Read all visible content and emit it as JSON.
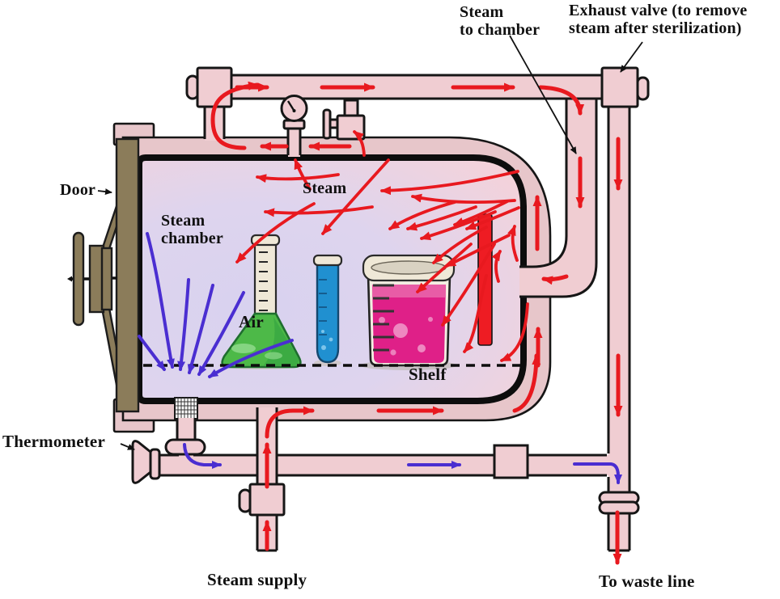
{
  "diagram": {
    "subject": "Autoclave steam sterilizer cutaway diagram",
    "labels": {
      "steam_to_chamber": "Steam\nto chamber",
      "exhaust_valve": "Exhaust valve (to remove\nsteam after sterilization)",
      "door": "Door",
      "steam_chamber": "Steam\nchamber",
      "steam": "Steam",
      "air": "Air",
      "shelf": "Shelf",
      "thermometer": "Thermometer",
      "steam_supply": "Steam supply",
      "to_waste_line": "To waste line"
    },
    "components": {
      "pressure_gauge": "round dial gauge on top of jacket",
      "safety_valve": "T-handle valve on top of jacket",
      "inlet_valve": "valve block at left end of top pipe",
      "exhaust_valve": "valve block at right end of top pipe",
      "steam_supply_valve": "valve on vertical supply pipe",
      "steam_trap": "box on air discharge line",
      "pipe_coupling": "double ring union on waste pipe",
      "drain_filter": "mesh screen in chamber floor",
      "thermometer": "trumpet fitting on discharge line",
      "door_wheel": "hand wheel on chamber door",
      "heating_element": "red vertical baffle bar in chamber",
      "glassware": [
        "erlenmeyer-flask",
        "test-tube",
        "beaker"
      ],
      "shelf": "dashed line across chamber floor"
    },
    "flows": {
      "steam_flow_color_meaning": "red arrows = steam path",
      "air_flow_color_meaning": "blue arrows = air being displaced to waste"
    }
  },
  "colors": {
    "steam_flow": "#e8191f",
    "air_flow": "#4a2ed1",
    "outline": "#161616",
    "pipe_fill": "#f0cdd2",
    "jacket_fill": "#e7c6ca",
    "chamber_pink": "#f8d2d6",
    "chamber_lavender": "#d8d2ef",
    "door_fill": "#8b7c5a",
    "heater_red": "#ee1c23",
    "flask_green": "#4db948",
    "tube_blue": "#2090d0",
    "beaker_magenta": "#df2088",
    "glass_cream": "#efe8d7"
  }
}
